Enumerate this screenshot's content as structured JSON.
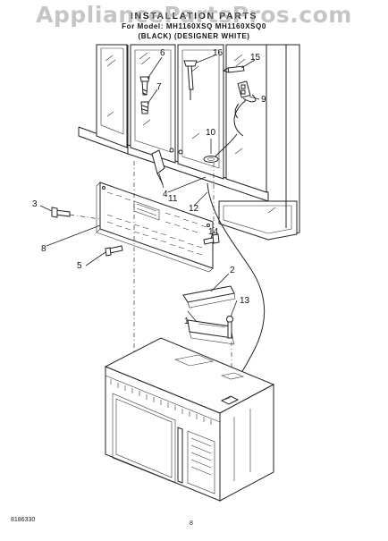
{
  "header": {
    "title": "INSTALLATION PARTS",
    "subtitle_models": "For Model: MH1160XSQ  MH1160XSQ0",
    "subtitle_colors": "(BLACK)  (DESIGNER WHITE)"
  },
  "watermark": "AppliancePartsPros.com",
  "callouts": [
    "1",
    "2",
    "3",
    "4",
    "5",
    "6",
    "7",
    "8",
    "9",
    "10",
    "11",
    "12",
    "13",
    "14",
    "15",
    "16"
  ],
  "footer": {
    "code": "8186330",
    "page": "8"
  }
}
